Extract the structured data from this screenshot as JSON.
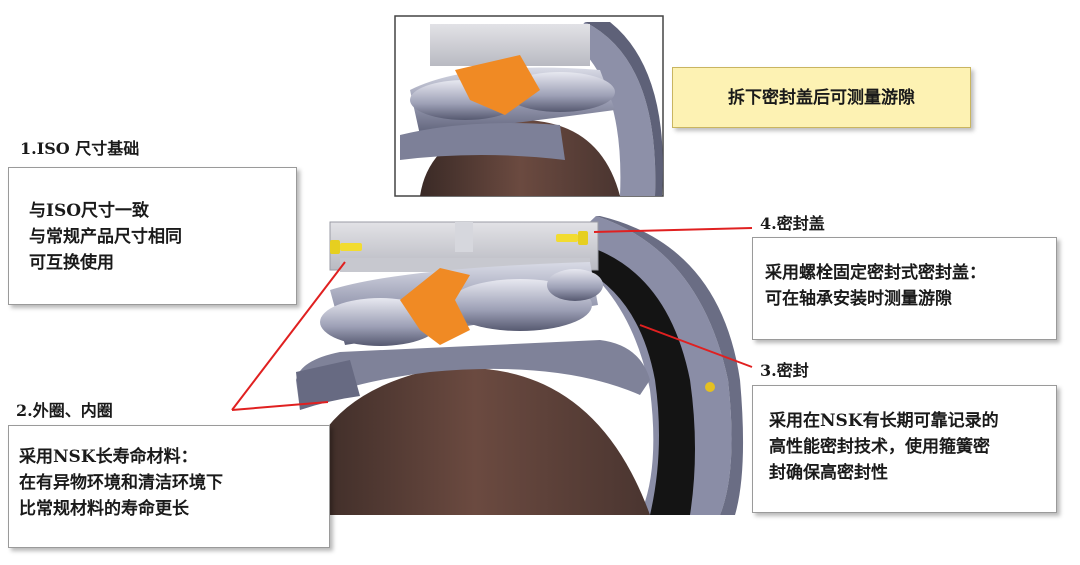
{
  "callout_top": "拆下密封盖后可测量游隙",
  "label_iso": {
    "title": "1.ISO 尺寸基础",
    "lines": [
      "与ISO尺寸一致",
      "与常规产品尺寸相同",
      "可互换使用"
    ]
  },
  "label_rings": {
    "title": "2.外圈、内圈",
    "lines": [
      "采用NSK长寿命材料：",
      "在有异物环境和清洁环境下",
      "比常规材料的寿命更长"
    ]
  },
  "label_seal": {
    "title": "3.密封",
    "lines": [
      "采用在NSK有长期可靠记录的",
      "高性能密封技术，使用箍簧密",
      "封确保高密封性"
    ]
  },
  "label_cover": {
    "title": "4.密封盖",
    "lines": [
      "采用螺栓固定密封式密封盖：",
      "可在轴承安装时测量游隙"
    ]
  },
  "colors": {
    "leader_red": "#e02020",
    "roller_orange": "#f08a24",
    "metal_grey": "#8c8fa6",
    "callout_fill": "#fdf2b3"
  }
}
